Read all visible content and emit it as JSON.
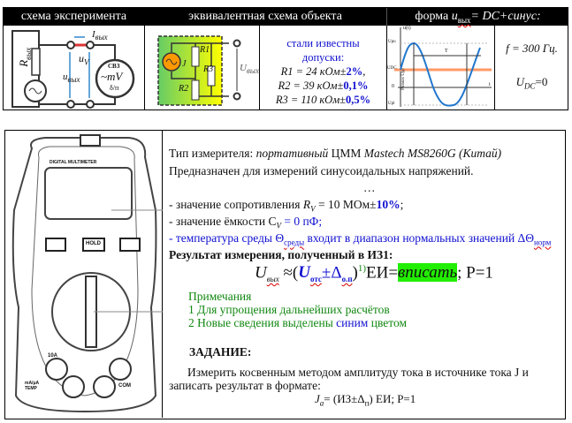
{
  "header": {
    "col1": "схема эксперимента",
    "col2": "эквивалентная схема объекта",
    "col3_prefix": "форма ",
    "col3_var": "u",
    "col3_sub": "вых",
    "col3_suffix": "= DC+синус:"
  },
  "schematic1": {
    "i_label": "I",
    "i_sub": "вых",
    "r_label": "R",
    "r_sub": "вых",
    "uv_label": "u",
    "uv_sub": "V",
    "uout_label": "u",
    "uout_sub": "вых",
    "meter_top": "СВЗ",
    "meter_mid": "~mV",
    "meter_bot": "δ/п"
  },
  "schematic2": {
    "j": "J",
    "r1": "R1",
    "r2": "R2",
    "r3": "R3",
    "u": "U",
    "u_sub": "вых"
  },
  "tolerances": {
    "title1": "стали известны",
    "title2": "допуски:",
    "r1": "R1 = 24 кОм±",
    "r1_tol": "2%",
    "r2": "R2 = 39 кОм±",
    "r2_tol": "0,1%",
    "r3": "R3 = 110 кОм±",
    "r3_tol": "0,5%"
  },
  "waveform": {
    "axis_y": "u(t)",
    "axis_x": "t",
    "upu": "Upu",
    "udc": "UDC",
    "zero": "0",
    "upl": "Upl",
    "period": "T",
    "swing": "Размах Upp"
  },
  "params": {
    "freq": "f = 300 Гц.",
    "udc": "U",
    "udc_sub": "DC",
    "udc_val": "=0"
  },
  "meter": {
    "brand": "DIGITAL MULTIMETER",
    "hold": "HOLD",
    "com": "COM",
    "a10": "10A",
    "mamp": "mA/μA TEMP"
  },
  "body": {
    "line1_a": "Тип измерителя: ",
    "line1_b": "портативный",
    "line1_c": " ЦММ ",
    "line1_d": "Mastech MS8260G (Китай)",
    "line2": "Предназначен для измерений синусоидальных напряжений.",
    "ellipsis": "…",
    "line3_a": "- значение сопротивления ",
    "line3_b": "R",
    "line3_sub": "V",
    "line3_c": " = 10 МОм±",
    "line3_d": "10%",
    "line3_e": ";",
    "line4_a": "- значение ёмкости С",
    "line4_sub": "V",
    "line4_b": " = 0 пФ;",
    "line5_a": "- температура среды Θ",
    "line5_sub": "среды",
    "line5_b": " входит в диапазон нормальных значений ΔΘ",
    "line5_sub2": "норм",
    "result_label": "Результат измерения, полученный в ИЗ1:",
    "formula": {
      "u": "U",
      "u_sub": "вых",
      "approx": " ≈(",
      "u2": "U",
      "u2_sub": "отс",
      "pm": "±Δ",
      "pm_sub": "о.п",
      "close": ")",
      "sup": "1)",
      "ei": "ЕИ=",
      "fill": "вписать",
      "tail": "; P=1"
    },
    "notes_title": "Примечания",
    "note1": "1 Для упрощения дальнейших расчётов",
    "note2_a": "2 Новые сведения выделены ",
    "note2_b": "синим",
    "note2_c": " цветом",
    "task_title": "ЗАДАНИЕ:",
    "task1": "Измерить косвенным методом амплитуду тока в источнике тока J и",
    "task2": "записать результат в формате:",
    "task_formula_a": "J",
    "task_formula_sub": "a",
    "task_formula_b": "= (ИЗ±Δ",
    "task_formula_sub2": "п",
    "task_formula_c": ") ЕИ; P=1"
  },
  "colors": {
    "blue": "#1010d0",
    "green": "#118811",
    "highlight": "#22ee00"
  }
}
